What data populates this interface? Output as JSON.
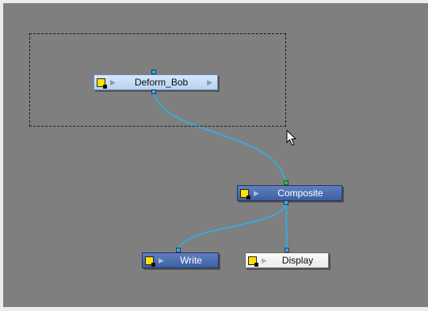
{
  "canvas": {
    "background": "#7f7f7f",
    "wire_color": "#3aa9da"
  },
  "nodes": {
    "deform_bob": {
      "label": "Deform_Bob",
      "state": "selected"
    },
    "composite": {
      "label": "Composite",
      "state": "normal"
    },
    "write": {
      "label": "Write",
      "state": "normal"
    },
    "display": {
      "label": "Display",
      "state": "display"
    }
  },
  "icons": {
    "enable_toggle": "yellow-square-icon",
    "expand_arrow": "play-triangle-icon",
    "cursor": "mouse-pointer-icon"
  }
}
